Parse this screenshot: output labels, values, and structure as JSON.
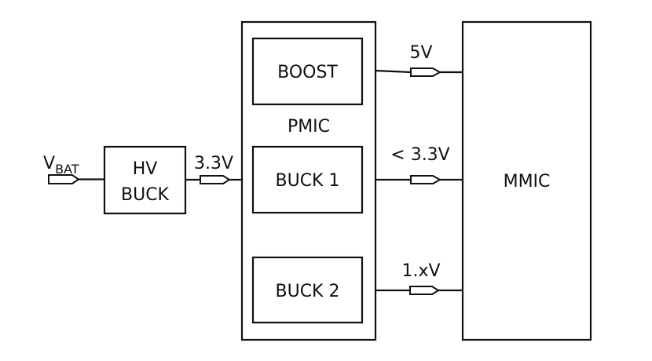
{
  "diagram": {
    "type": "power-distribution-block-diagram",
    "input": {
      "label_main": "V",
      "label_sub": "BAT"
    },
    "blocks": {
      "hv_buck": {
        "line1": "HV",
        "line2": "BUCK"
      },
      "pmic": {
        "label": "PMIC"
      },
      "boost": {
        "label": "BOOST"
      },
      "buck1": {
        "label": "BUCK 1"
      },
      "buck2": {
        "label": "BUCK 2"
      },
      "mmic": {
        "label": "MMIC"
      }
    },
    "rails": {
      "hv_to_pmic": "3.3V",
      "boost_out": "5V",
      "buck1_out": "< 3.3V",
      "buck2_out": "1.xV"
    },
    "colors": {
      "stroke": "#111111",
      "background": "#ffffff"
    }
  }
}
